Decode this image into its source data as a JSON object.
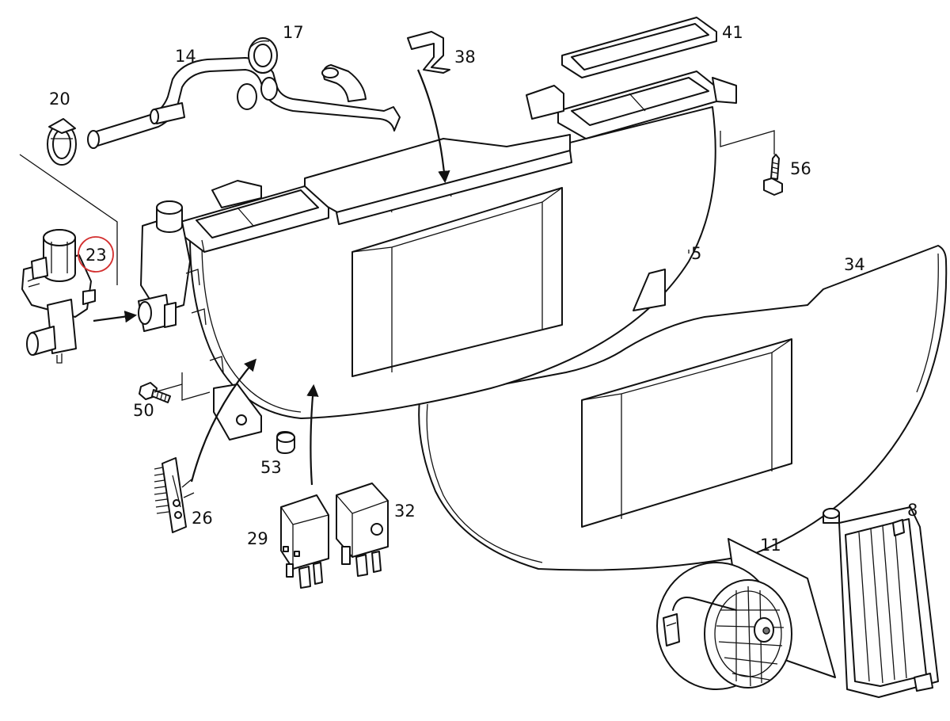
{
  "callouts": {
    "c5": "5",
    "c8": "8",
    "c11": "11",
    "c14": "14",
    "c17": "17",
    "c20": "20",
    "c23": "23",
    "c26": "26",
    "c29": "29",
    "c32": "32",
    "c34": "34",
    "c38": "38",
    "c41": "41",
    "c50": "50",
    "c53": "53",
    "c56": "56"
  },
  "highlight": {
    "part": "23",
    "color": "#d32f2f"
  }
}
